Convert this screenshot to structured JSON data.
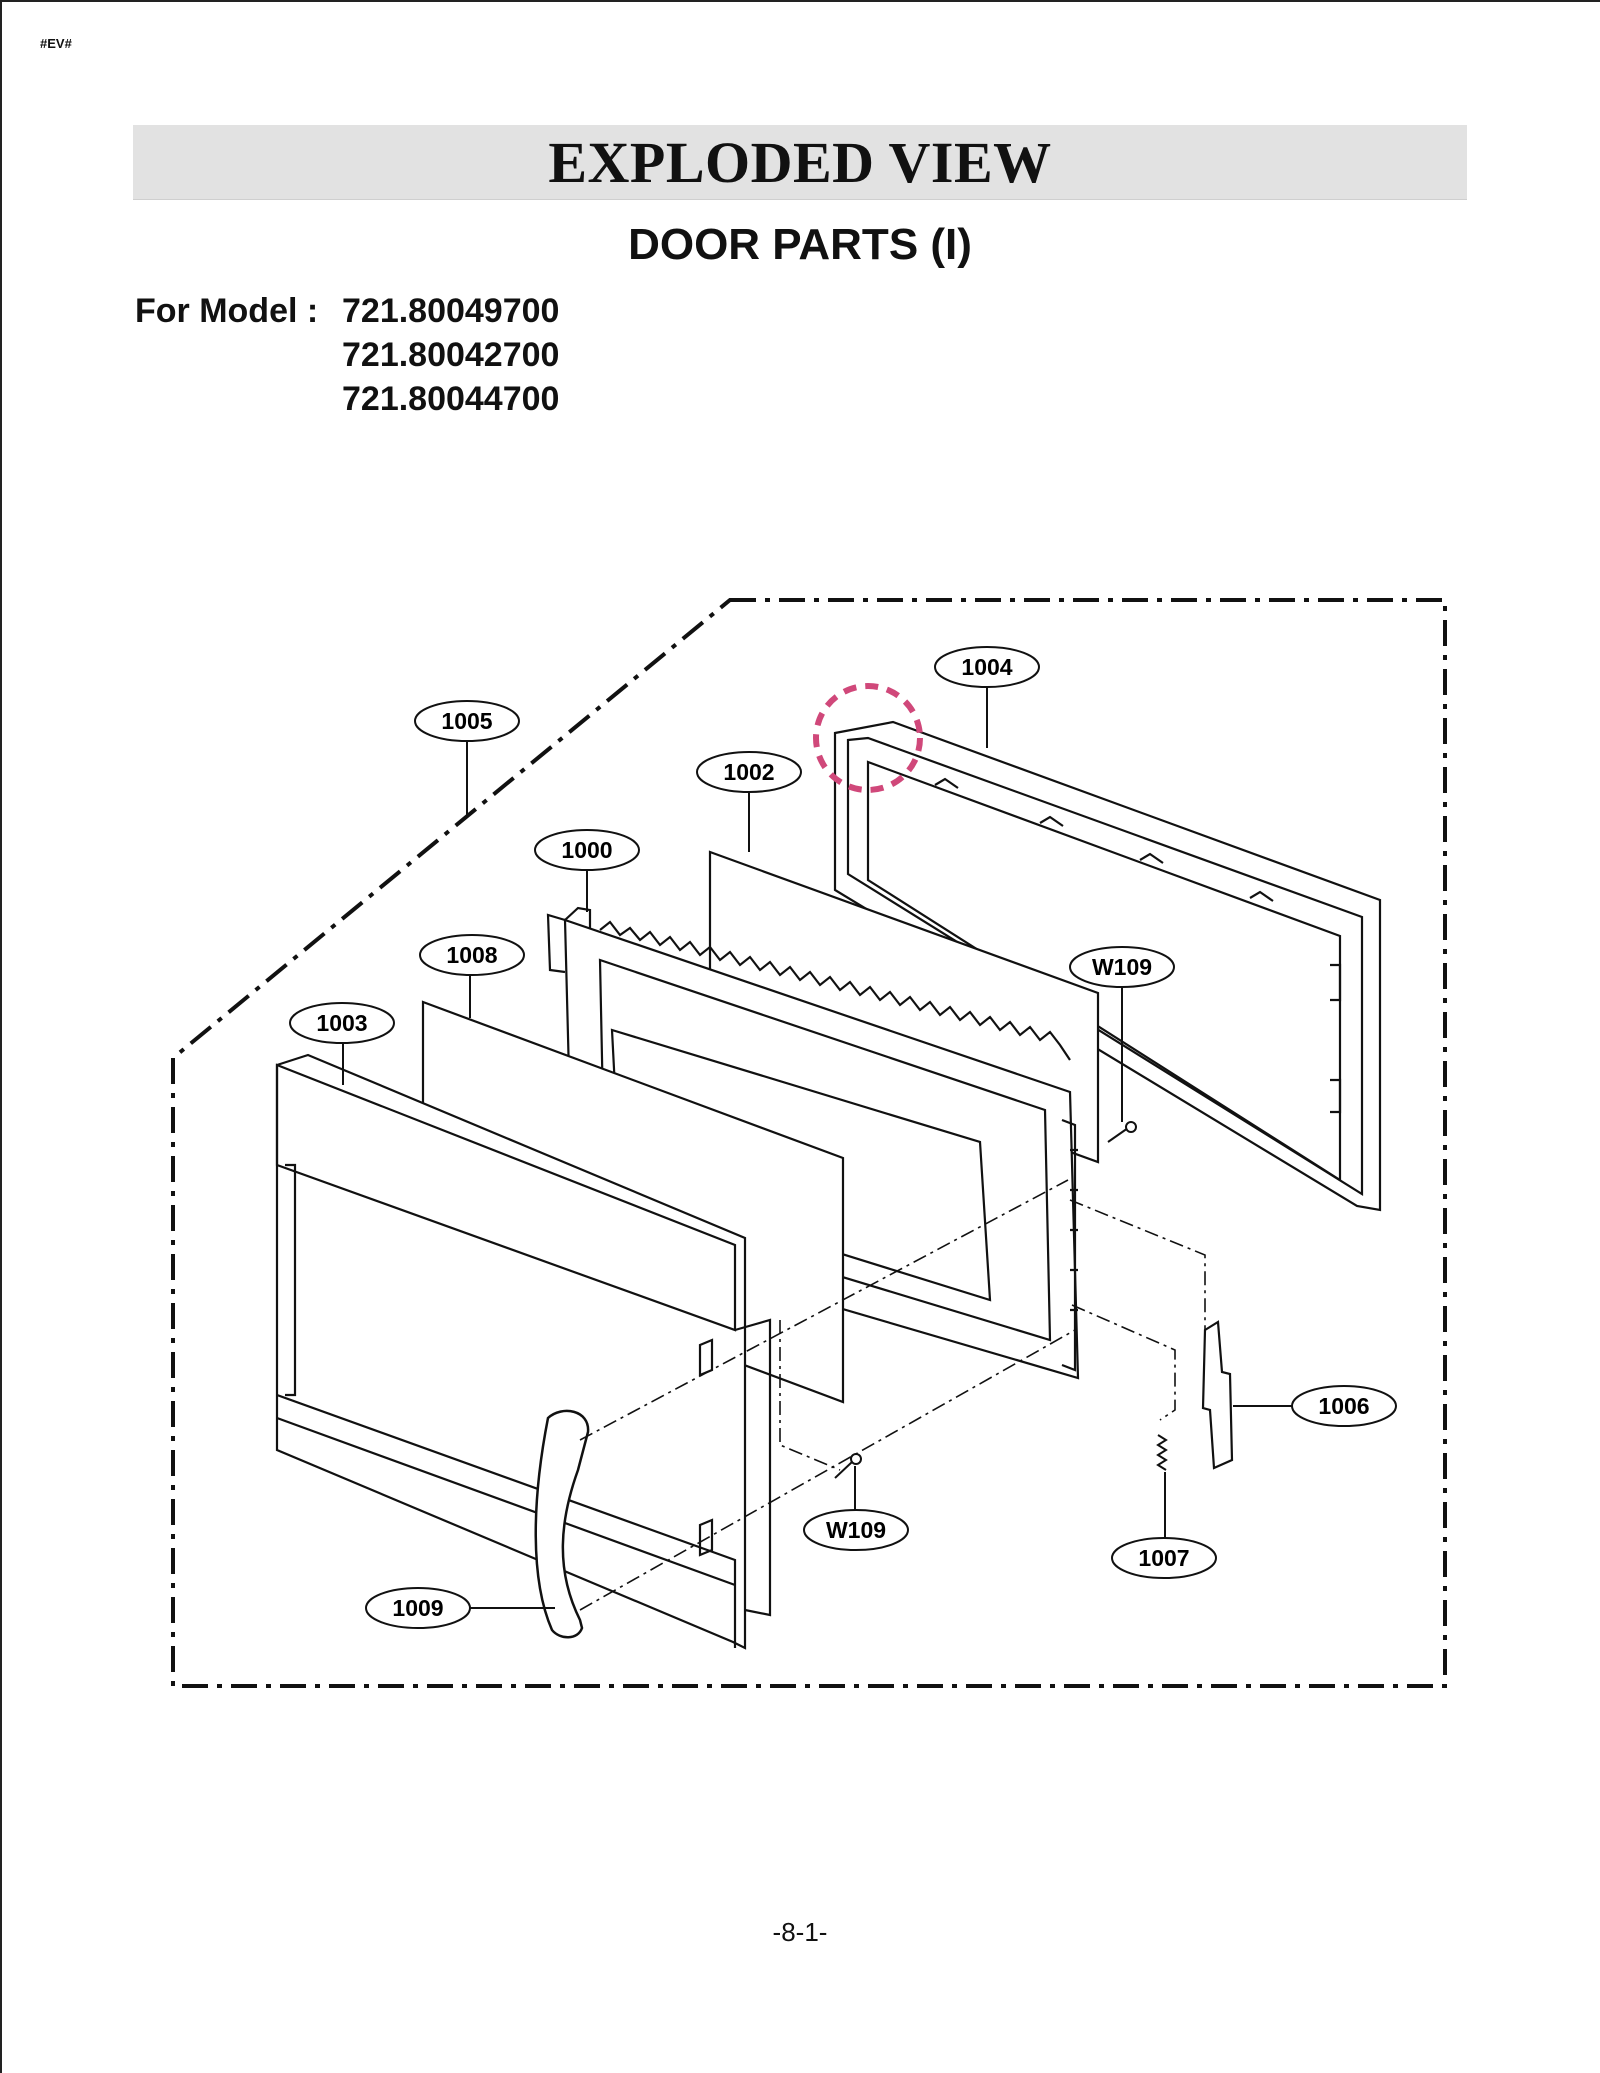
{
  "doc_tag": "#EV#",
  "banner_title": "EXPLODED VIEW",
  "section_title": "DOOR PARTS (I)",
  "model_label": "For Model :",
  "models": [
    "721.80049700",
    "721.80042700",
    "721.80044700"
  ],
  "callouts": {
    "p1004": "1004",
    "p1005": "1005",
    "p1002": "1002",
    "p1000": "1000",
    "p1008": "1008",
    "p1003": "1003",
    "w109_top": "W109",
    "p1006": "1006",
    "w109_bottom": "W109",
    "p1007": "1007",
    "p1009": "1009"
  },
  "highlight_color": "#d0487a",
  "footer": "-8-1-"
}
